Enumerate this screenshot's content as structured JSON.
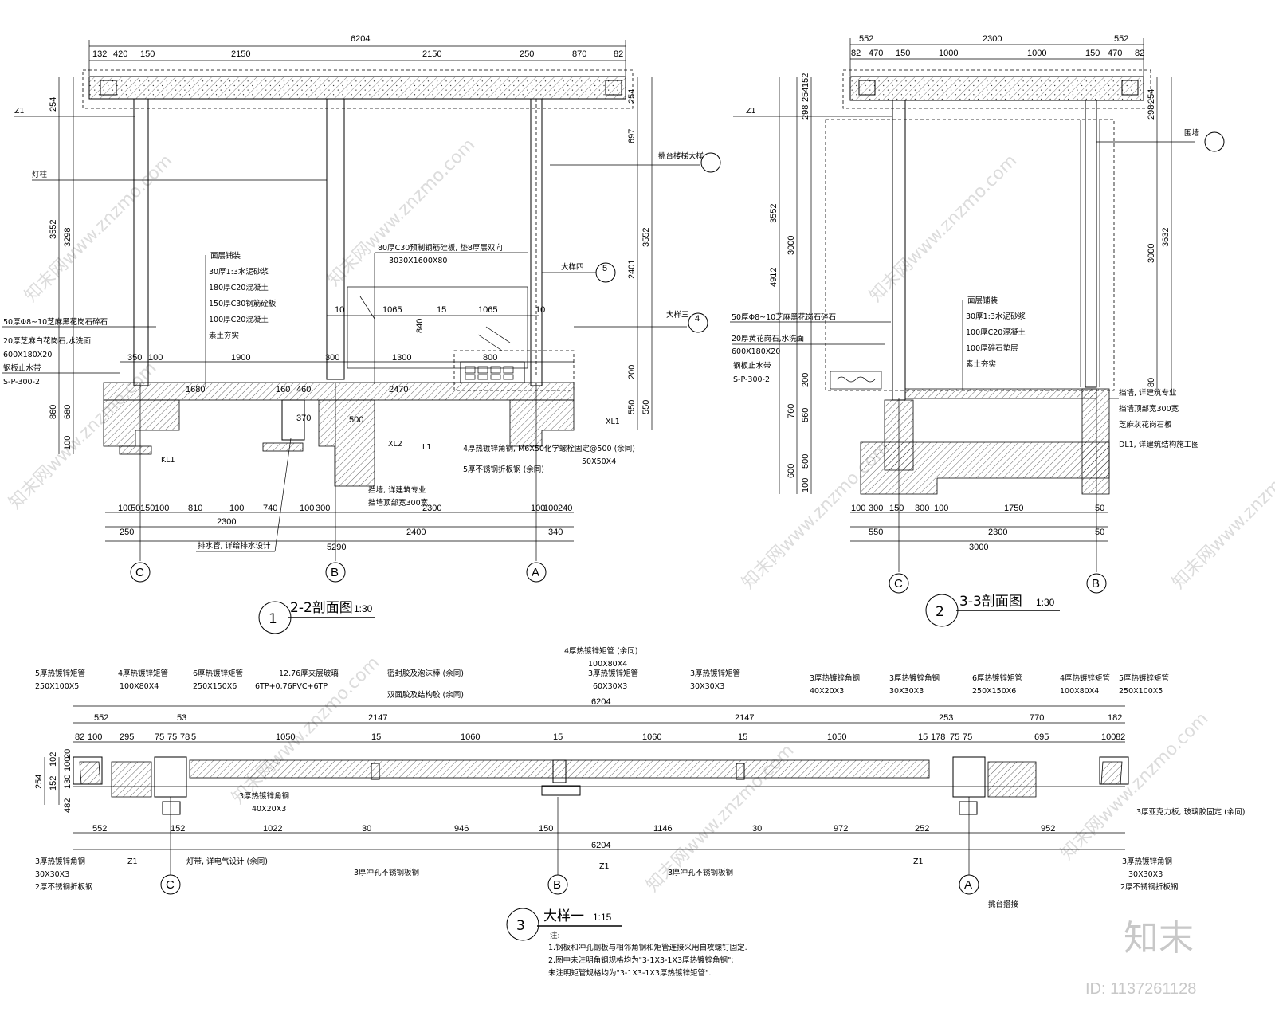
{
  "brand": {
    "logo_text": "知末",
    "id_text": "ID: 1137261128",
    "watermark": "知末网www.znzmo.com"
  },
  "sec22": {
    "num": "1",
    "title": "2-2剖面图",
    "scale": "1:30",
    "top_total": "6204",
    "top_dims": [
      "132",
      "420",
      "150",
      "2150",
      "2150",
      "250",
      "870",
      "82"
    ],
    "left_dims": [
      "254",
      "3552",
      "3298",
      "860",
      "680",
      "100"
    ],
    "right_dims": [
      "254",
      "697",
      "3552",
      "2401",
      "200",
      "550",
      "550"
    ],
    "notes": {
      "z1": "Z1",
      "lamp": "灯柱",
      "layers_title": "面层铺装",
      "layers": [
        "30厚1:3水泥砂浆",
        "180厚C20混凝土",
        "150厚C30钢筋砼板",
        "100厚C20混凝土",
        "素土夯实"
      ],
      "gravel": "50厚Φ8~10芝麻黑花岗石碎石",
      "stone": "20厚芝麻白花岗石,水洗面",
      "stone_size": "600X180X20",
      "waterstop": "钢板止水带",
      "spec": "S-P-300-2",
      "slab_label": "80厚C30预制钢筋砼板, 垫8厚层双向",
      "slab_size": "3030X1600X80",
      "detail_big": "大样四",
      "detail_big3": "大样三",
      "stair_detail": "挑台楼梯大样",
      "angle": "4厚热镀锌角钢, M6X50化学螺栓固定@500 (余同)",
      "angle_size": "50X50X4",
      "ss_plate": "5厚不锈钢折板钢 (余同)",
      "wall": "挡墙, 详建筑专业",
      "wall2": "挡墙顶部宽300宽",
      "drain": "排水管, 详给排水设计",
      "kl1": "KL1",
      "xl1": "XL1",
      "xl2": "XL2",
      "l1": "L1"
    },
    "mid_dims": [
      "10",
      "1065",
      "15",
      "1065",
      "10",
      "840"
    ],
    "floor_dims": [
      "350",
      "100",
      "1900",
      "300",
      "1300",
      "800",
      "1680",
      "160",
      "460",
      "2470",
      "370",
      "500"
    ],
    "bot_row1": [
      "100",
      "50",
      "150",
      "100",
      "810",
      "100",
      "740",
      "100",
      "300",
      "2300",
      "100",
      "100",
      "240"
    ],
    "bot_row2": [
      "250",
      "2300",
      "2400",
      "340"
    ],
    "bot_total": "5290",
    "grids": [
      "C",
      "B",
      "A"
    ]
  },
  "sec33": {
    "num": "2",
    "title": "3-3剖面图",
    "scale": "1:30",
    "top_total": "2300",
    "top_side": [
      "552",
      "552"
    ],
    "top_dims": [
      "82",
      "470",
      "150",
      "1000",
      "1000",
      "150",
      "470",
      "82"
    ],
    "left_dims": [
      "254",
      "298",
      "152",
      "3552",
      "4912",
      "3000",
      "200",
      "760",
      "560",
      "600",
      "500",
      "100"
    ],
    "right_dims": [
      "254",
      "298",
      "3000",
      "3632",
      "80"
    ],
    "notes": {
      "z1": "Z1",
      "railing": "围墙",
      "layers_title": "面层铺装",
      "layers": [
        "30厚1:3水泥砂浆",
        "100厚C20混凝土",
        "100厚碎石垫层",
        "素土夯实"
      ],
      "gravel": "50厚Φ8~10芝麻黑花岗石碎石",
      "stone": "20厚黄花岗石,水洗面",
      "stone_size": "600X180X20",
      "waterstop": "钢板止水带",
      "spec": "S-P-300-2",
      "wall": "挡墙, 详建筑专业",
      "wall2": "挡墙顶部宽300宽",
      "granite": "芝麻灰花岗石板",
      "dl1": "DL1, 详建筑结构施工图"
    },
    "bot_row1": [
      "100",
      "300",
      "150",
      "300",
      "100",
      "1750",
      "50"
    ],
    "bot_row2": [
      "550",
      "2300",
      "50"
    ],
    "bot_total": "3000",
    "grids": [
      "C",
      "B"
    ]
  },
  "detail": {
    "num": "3",
    "title": "大样一",
    "scale": "1:15",
    "top_labels": [
      {
        "t": "5厚热镀锌矩管",
        "s": "250X100X5"
      },
      {
        "t": "4厚热镀锌矩管",
        "s": "100X80X4"
      },
      {
        "t": "6厚热镀锌矩管",
        "s": "250X150X6"
      },
      {
        "t": "12.76厚夹层玻璃",
        "s": "6TP+0.76PVC+6TP"
      },
      {
        "t": "密封胶及泡沫棒 (余同)",
        "s": ""
      },
      {
        "t": "双面胶及结构胶 (余同)",
        "s": ""
      },
      {
        "t": "4厚热镀锌矩管 (余同)",
        "s": "100X80X4"
      },
      {
        "t": "3厚热镀锌矩管",
        "s": "60X30X3"
      },
      {
        "t": "3厚热镀锌矩管",
        "s": "30X30X3"
      },
      {
        "t": "3厚热镀锌角钢",
        "s": "40X20X3"
      },
      {
        "t": "3厚热镀锌角钢",
        "s": "30X30X3"
      },
      {
        "t": "6厚热镀锌矩管",
        "s": "250X150X6"
      },
      {
        "t": "4厚热镀锌矩管",
        "s": "100X80X4"
      },
      {
        "t": "5厚热镀锌矩管",
        "s": "250X100X5"
      }
    ],
    "total_top": "6204",
    "row1": [
      "552",
      "53",
      "2147",
      "2147",
      "253",
      "770",
      "182"
    ],
    "row2": [
      "82",
      "100",
      "295",
      "75",
      "75",
      "78",
      "5",
      "1050",
      "15",
      "1060",
      "15",
      "1060",
      "15",
      "1050",
      "15",
      "178",
      "75",
      "75",
      "695",
      "100",
      "82"
    ],
    "left_dims": [
      "254",
      "152",
      "102",
      "482",
      "130",
      "100",
      "20"
    ],
    "bot_row": [
      "552",
      "152",
      "1022",
      "30",
      "946",
      "150",
      "1146",
      "30",
      "972",
      "252",
      "952"
    ],
    "total_bot": "6204",
    "bottom_labels": {
      "l1": "3厚热镀锌角钢",
      "l1s": "30X30X3",
      "l2": "2厚不锈钢折板钢",
      "z1": "Z1",
      "lamp": "灯带, 详电气设计 (余同)",
      "perf1": "3厚冲孔不锈钢板钢",
      "perf2": "3厚冲孔不锈钢板钢",
      "r1": "3厚热镀锌角钢",
      "r1s": "30X30X3",
      "r2": "2厚不锈钢折板钢",
      "angle_mid": "3厚热镀锌角钢",
      "angle_mid_s": "40X20X3",
      "glass_fix": "3厚亚克力板, 玻璃胶固定 (余同)",
      "stair": "挑台搭接"
    },
    "notes_title": "注:",
    "notes": [
      "1.钢板和冲孔钢板与相邻角钢和矩管连接采用自攻螺钉固定.",
      "2.图中未注明角钢规格均为\"3-1X3-1X3厚热镀锌角钢\";",
      "  未注明矩管规格均为\"3-1X3-1X3厚热镀锌矩管\"."
    ],
    "grids": [
      "C",
      "B",
      "A"
    ]
  }
}
